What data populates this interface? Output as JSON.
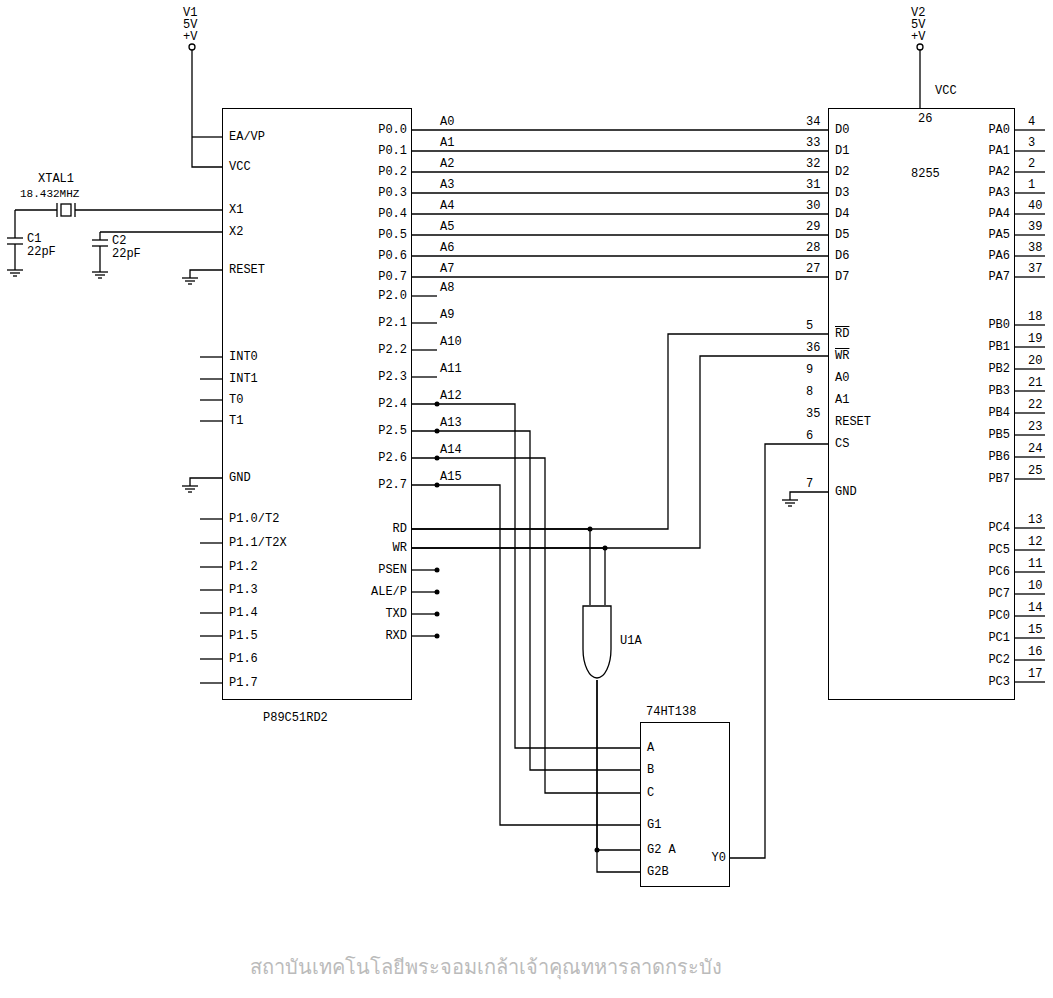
{
  "diagram": {
    "nodes": [
      {
        "text": [
          "EA/VP",
          "VCC",
          "X1",
          "X2",
          "RESET",
          "INT0",
          "INT1",
          "T0",
          "T1",
          "GND",
          "P1.0/T2",
          "P1.1/T2X",
          "P1.2",
          "P1.3",
          "P1.4",
          "P1.5",
          "P1.6",
          "P1.7",
          "P0.0",
          "P0.1",
          "P0.2",
          "P0.3",
          "P0.4",
          "P0.5",
          "P0.6",
          "P0.7",
          "P2.0",
          "P2.1",
          "P2.2",
          "P2.3",
          "P2.4",
          "P2.5",
          "P2.6",
          "P2.7",
          "RD",
          "WR",
          "PSEN",
          "ALE/P",
          "TXD",
          "RXD",
          "P89C51RD2"
        ]
      },
      {
        "text": [
          "8255",
          "D0",
          "D1",
          "D2",
          "D3",
          "D4",
          "D5",
          "D6",
          "D7",
          "RD",
          "WR",
          "A0",
          "A1",
          "RESET",
          "CS",
          "GND",
          "PA0",
          "PA1",
          "PA2",
          "PA3",
          "PA4",
          "PA5",
          "PA6",
          "PA7",
          "PB0",
          "PB1",
          "PB2",
          "PB3",
          "PB4",
          "PB5",
          "PB6",
          "PB7",
          "PC4",
          "PC5",
          "PC6",
          "PC7",
          "PC0",
          "PC1",
          "PC2",
          "PC3"
        ]
      },
      {
        "text": [
          "U1A"
        ]
      },
      {
        "text": [
          "74HT138",
          "A",
          "B",
          "C",
          "G1",
          "G2 A",
          "G2B",
          "Y0"
        ]
      }
    ],
    "edges": [
      {
        "from": 0,
        "to": 1,
        "arrow": "none"
      },
      {
        "from": 0,
        "to": 1,
        "arrow": "none"
      },
      {
        "from": 0,
        "to": 1,
        "arrow": "none"
      },
      {
        "from": 0,
        "to": 1,
        "arrow": "none"
      },
      {
        "from": 0,
        "to": 1,
        "arrow": "none"
      },
      {
        "from": 0,
        "to": 1,
        "arrow": "none"
      },
      {
        "from": 0,
        "to": 1,
        "arrow": "none"
      },
      {
        "from": 0,
        "to": 1,
        "arrow": "none"
      },
      {
        "from": 0,
        "to": 1,
        "arrow": "none"
      },
      {
        "from": 0,
        "to": 1,
        "arrow": "none"
      },
      {
        "from": 0,
        "to": 2,
        "arrow": "none"
      },
      {
        "from": 0,
        "to": 2,
        "arrow": "none"
      },
      {
        "from": 0,
        "to": 3,
        "arrow": "none"
      },
      {
        "from": 0,
        "to": 3,
        "arrow": "none"
      },
      {
        "from": 0,
        "to": 3,
        "arrow": "none"
      },
      {
        "from": 0,
        "to": 3,
        "arrow": "none"
      },
      {
        "from": 2,
        "to": 3,
        "arrow": "none"
      },
      {
        "from": 2,
        "to": 3,
        "arrow": "none"
      },
      {
        "from": 3,
        "to": 1,
        "arrow": "none"
      }
    ],
    "labels": [
      "V1",
      "5V",
      "+V",
      "XTAL1",
      "18.432MHZ",
      "C1",
      "22pF",
      "C2",
      "22pF",
      "A0",
      "A1",
      "A2",
      "A3",
      "A4",
      "A5",
      "A6",
      "A7",
      "A8",
      "A9",
      "A10",
      "A11",
      "A12",
      "A13",
      "A14",
      "A15",
      "V2",
      "5V",
      "+V",
      "VCC",
      "26",
      "34",
      "33",
      "32",
      "31",
      "30",
      "29",
      "28",
      "27",
      "5",
      "36",
      "9",
      "8",
      "35",
      "6",
      "7",
      "4",
      "3",
      "2",
      "1",
      "40",
      "39",
      "38",
      "37",
      "18",
      "19",
      "20",
      "21",
      "22",
      "23",
      "24",
      "25",
      "13",
      "12",
      "11",
      "10",
      "14",
      "15",
      "16",
      "17",
      "สถาบันเทคโนโลยีพระจอมเกล้าเจ้าคุณทหารลาดกระบัง"
    ]
  }
}
